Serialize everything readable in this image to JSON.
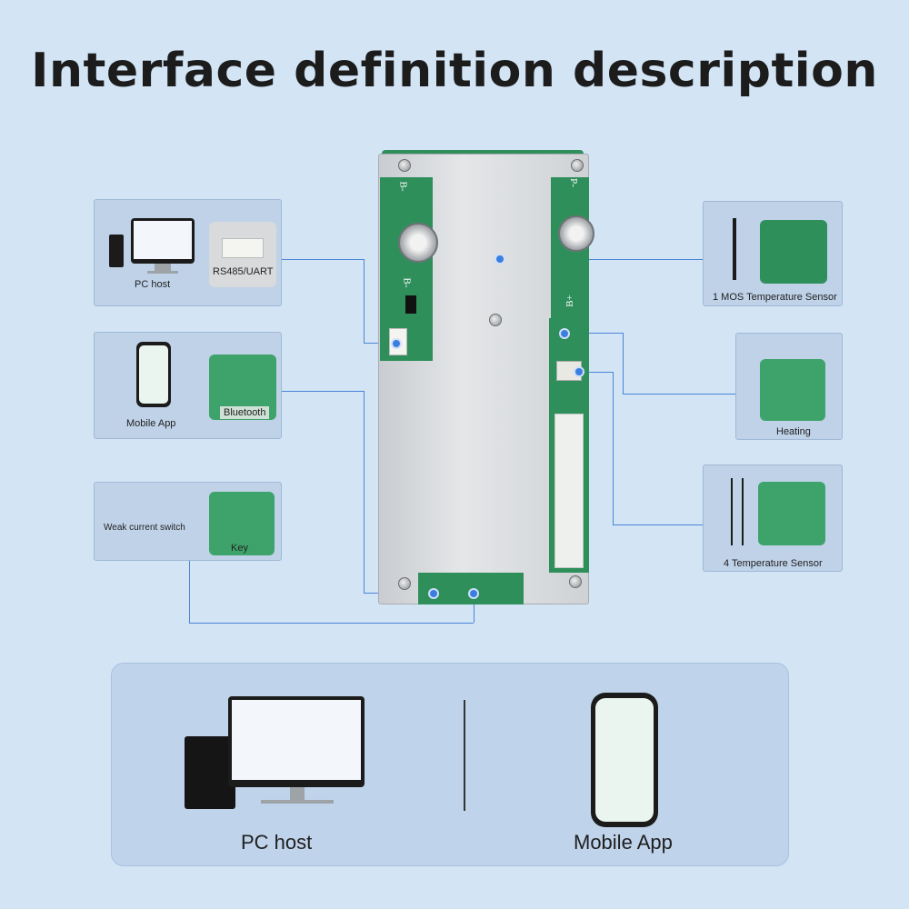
{
  "title": "Interface definition description",
  "board": {
    "labels": {
      "b_top": "B-",
      "p_top": "P-",
      "b_minus": "B-",
      "b_plus": "B+"
    }
  },
  "cards": {
    "pc_host": {
      "label": "PC host",
      "port_label": "RS485/UART"
    },
    "mobile_app": {
      "label": "Mobile App",
      "module_label": "Bluetooth"
    },
    "weak_switch": {
      "label": "Weak current switch",
      "module_label": "Key"
    },
    "mos_sensor": {
      "label": "1 MOS Temperature Sensor"
    },
    "heating": {
      "label": "Heating"
    },
    "temp_sensor": {
      "label": "4 Temperature Sensor"
    }
  },
  "bottom": {
    "pc_host_label": "PC host",
    "mobile_app_label": "Mobile App"
  },
  "colors": {
    "background": "#d3e4f5",
    "card": "#bfd2e8",
    "connector_line": "#4a86d8",
    "pcb_green": "#2f8f5b"
  }
}
